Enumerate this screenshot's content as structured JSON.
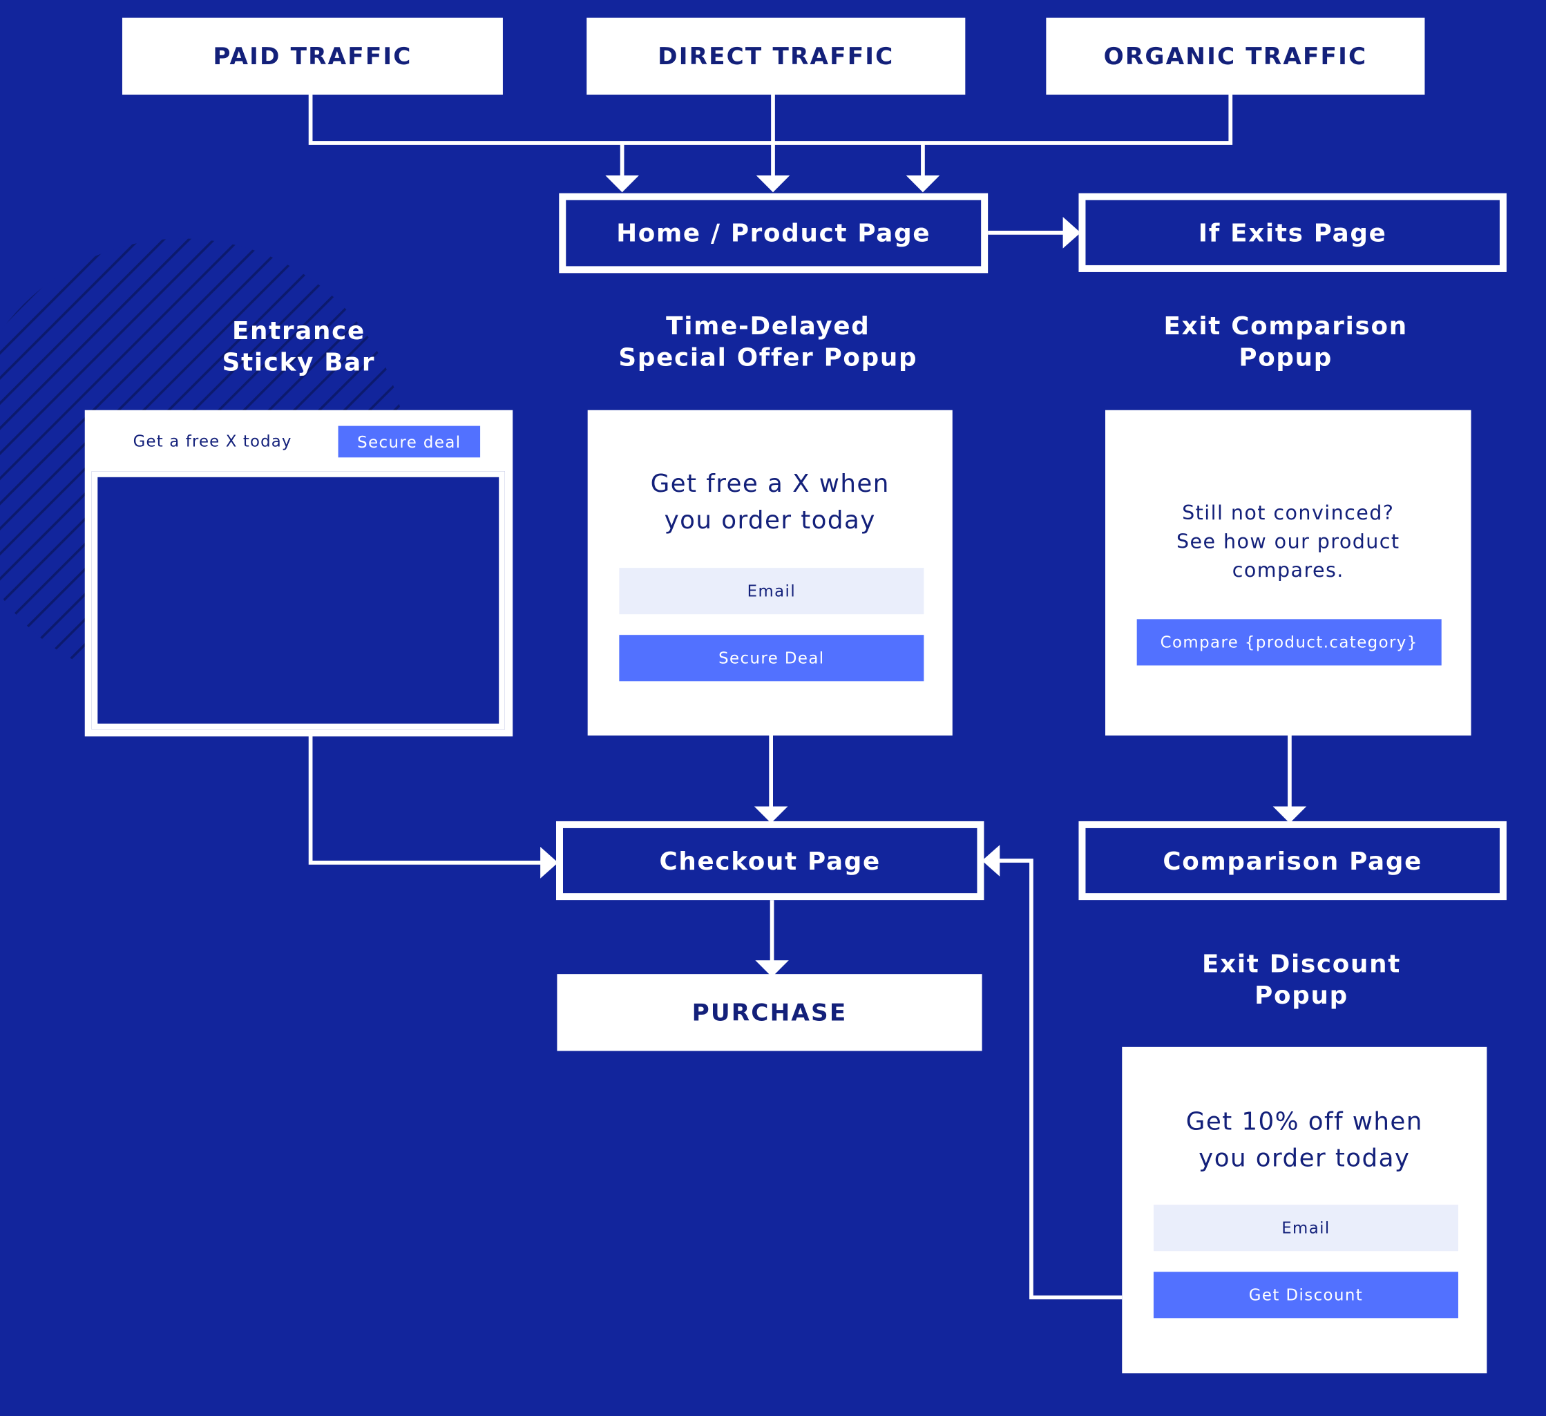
{
  "colors": {
    "background": "#12259c",
    "box_fill": "#ffffff",
    "text_dark": "#13207a",
    "button": "#5271ff",
    "input": "#eaeefb",
    "stripe": "#0c1a6e"
  },
  "traffic": {
    "paid": "PAID TRAFFIC",
    "direct": "DIRECT TRAFFIC",
    "organic": "ORGANIC TRAFFIC"
  },
  "pages": {
    "home": "Home / Product Page",
    "exit": "If Exits Page",
    "checkout": "Checkout Page",
    "comparison": "Comparison Page",
    "purchase": "PURCHASE"
  },
  "entrance_bar": {
    "title_line1": "Entrance",
    "title_line2": "Sticky Bar",
    "text": "Get a free X today",
    "button": "Secure deal"
  },
  "time_delayed": {
    "title_line1": "Time-Delayed",
    "title_line2": "Special Offer Popup",
    "headline_line1": "Get free a X when",
    "headline_line2": "you order today",
    "email_placeholder": "Email",
    "button": "Secure Deal"
  },
  "exit_comparison": {
    "title_line1": "Exit Comparison",
    "title_line2": "Popup",
    "text_line1": "Still not convinced?",
    "text_line2": "See how our product",
    "text_line3": "compares.",
    "button": "Compare {product.category}"
  },
  "exit_discount": {
    "title_line1": "Exit Discount",
    "title_line2": "Popup",
    "headline_line1": "Get 10% off when",
    "headline_line2": "you order today",
    "email_placeholder": "Email",
    "button": "Get Discount"
  }
}
